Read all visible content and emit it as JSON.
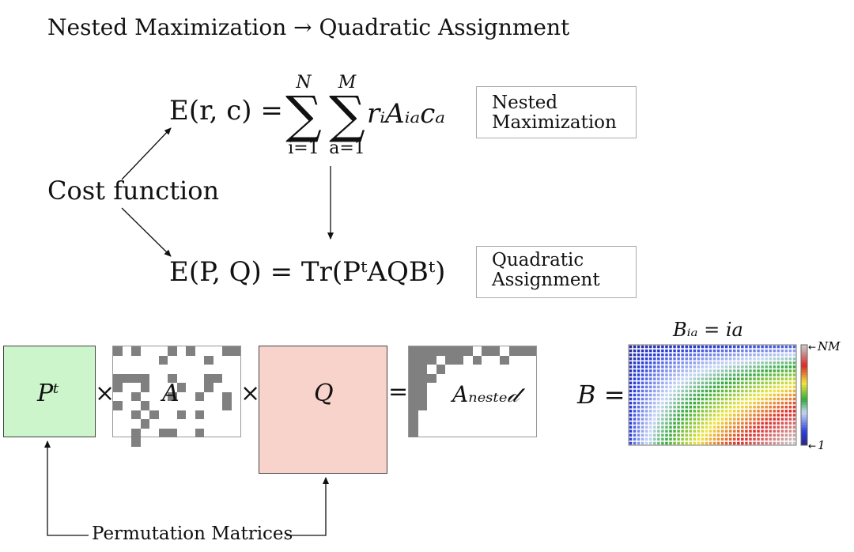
{
  "title": "Nested Maximization → Quadratic Assignment",
  "cost_function": "Cost function",
  "eq1": {
    "lhs": "E(r, c) =",
    "sum1_upper": "N",
    "sum1_lower": "i=1",
    "sum2_upper": "M",
    "sum2_lower": "a=1",
    "body": "rᵢAᵢₐcₐ"
  },
  "eq2": {
    "text": "E(P, Q) = Tr(PᵗAQBᵗ)"
  },
  "box1": {
    "line1": "Nested",
    "line2": "Maximization"
  },
  "box2": {
    "line1": "Quadratic",
    "line2": "Assignment"
  },
  "matrices": {
    "pt_label": "Pᵗ",
    "a_label": "A",
    "q_label": "Q",
    "anested_label": "Aₙₑₛₜₑ𝒹",
    "times1": "×",
    "times2": "×",
    "equals": "=",
    "b_label": "B =",
    "b_title": "Bᵢₐ = ia",
    "colorbar_top": "NM",
    "colorbar_bottom": "1"
  },
  "perm_label": "Permutation Matrices",
  "colors": {
    "pt_fill": "#ccf5cc",
    "q_fill": "#f8d3cc",
    "cell_fill": "#808080"
  },
  "icons": [
    "arrow-icon"
  ]
}
